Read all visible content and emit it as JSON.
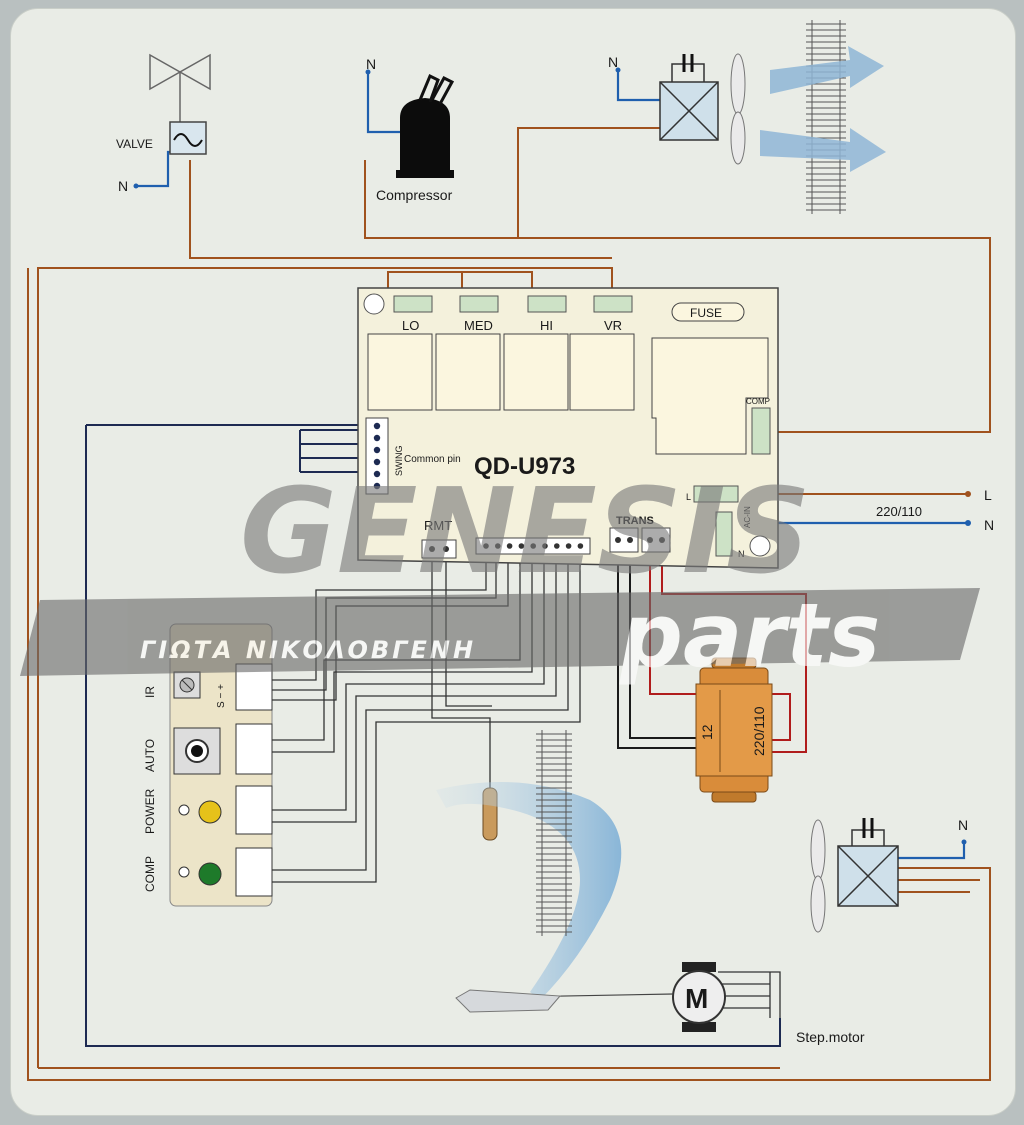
{
  "board": {
    "model": "QD-U973",
    "relays": [
      "LO",
      "MED",
      "HI",
      "VR"
    ],
    "fuse": "FUSE",
    "comp_terminal": "COMP",
    "ac_in": "AC-IN",
    "ac_in_l": "L",
    "ac_in_n": "N",
    "swing": "SWING",
    "common_pin": "Common pin",
    "rmt": "RMT",
    "trans": "TRANS"
  },
  "components": {
    "valve": "VALVE",
    "compressor": "Compressor",
    "step_motor": "Step.motor",
    "motor_letter": "M"
  },
  "supply": {
    "voltage": "220/110",
    "line": "L",
    "neutral": "N"
  },
  "neutral_label": "N",
  "transformer": {
    "primary": "220/110",
    "secondary": "12"
  },
  "panel": {
    "ir": "IR",
    "ir_pins": "S − +",
    "auto": "AUTO",
    "power": "POWER",
    "comp": "COMP"
  },
  "watermark": {
    "brand": "GENESIS",
    "parts": "parts",
    "name": "ΓΙΩΤΑ ΝΙΚΟΛΟΒΓΕΝΗ"
  },
  "colors": {
    "phase_wire": "#a0521e",
    "neutral_wire": "#1f5fae",
    "control_wire": "#1d2a52",
    "red_wire": "#b01c1c",
    "black_wire": "#1a1a1a",
    "transformer_body": "#d98c3a",
    "power_led": "#e6c21a",
    "comp_led": "#1e7a2a",
    "airflow": "#8fb6d6"
  }
}
